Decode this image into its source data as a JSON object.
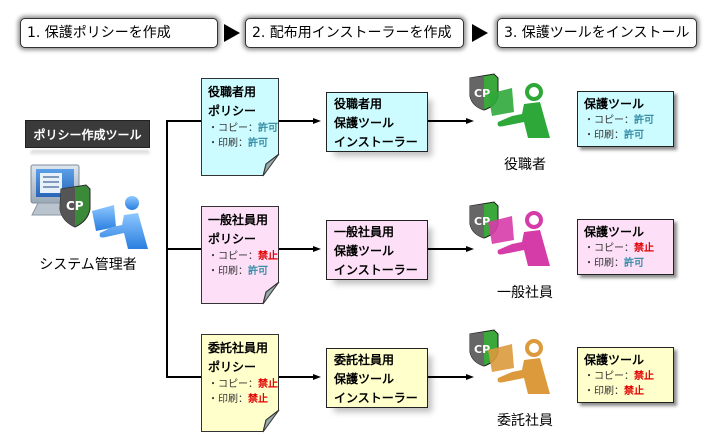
{
  "steps": [
    {
      "label": "1. 保護ポリシーを作成"
    },
    {
      "label": "2. 配布用インストーラーを作成"
    },
    {
      "label": "3. 保護ツールをインストール"
    }
  ],
  "admin": {
    "tool_label": "ポリシー作成ツール",
    "caption": "システム管理者",
    "icon": "admin-pc-user-icon"
  },
  "rows": [
    {
      "color": "#ccfcff",
      "person_color": "#2fa83a",
      "policy": {
        "title1": "役職者用",
        "title2": "ポリシー",
        "copy_label": "・コピー：",
        "copy_value": "許可",
        "print_label": "・印刷：",
        "print_value": "許可"
      },
      "installer": {
        "line1": "役職者用",
        "line2": "保護ツール",
        "line3": "インストーラー"
      },
      "person_caption": "役職者",
      "result": {
        "title": "保護ツール",
        "copy_label": "・コピー：",
        "copy_value": "許可",
        "print_label": "・印刷：",
        "print_value": "許可"
      }
    },
    {
      "color": "#fde0f7",
      "person_color": "#d63ca8",
      "policy": {
        "title1": "一般社員用",
        "title2": "ポリシー",
        "copy_label": "・コピー：",
        "copy_value": "禁止",
        "print_label": "・印刷：",
        "print_value": "許可"
      },
      "installer": {
        "line1": "一般社員用",
        "line2": "保護ツール",
        "line3": "インストーラー"
      },
      "person_caption": "一般社員",
      "result": {
        "title": "保護ツール",
        "copy_label": "・コピー：",
        "copy_value": "禁止",
        "print_label": "・印刷：",
        "print_value": "許可"
      }
    },
    {
      "color": "#ffffcc",
      "person_color": "#dc9a3c",
      "policy": {
        "title1": "委託社員用",
        "title2": "ポリシー",
        "copy_label": "・コピー：",
        "copy_value": "禁止",
        "print_label": "・印刷：",
        "print_value": "禁止"
      },
      "installer": {
        "line1": "委託社員用",
        "line2": "保護ツール",
        "line3": "インストーラー"
      },
      "person_caption": "委託社員",
      "result": {
        "title": "保護ツール",
        "copy_label": "・コピー：",
        "copy_value": "禁止",
        "print_label": "・印刷：",
        "print_value": "禁止"
      }
    }
  ],
  "badge_text": "CP"
}
